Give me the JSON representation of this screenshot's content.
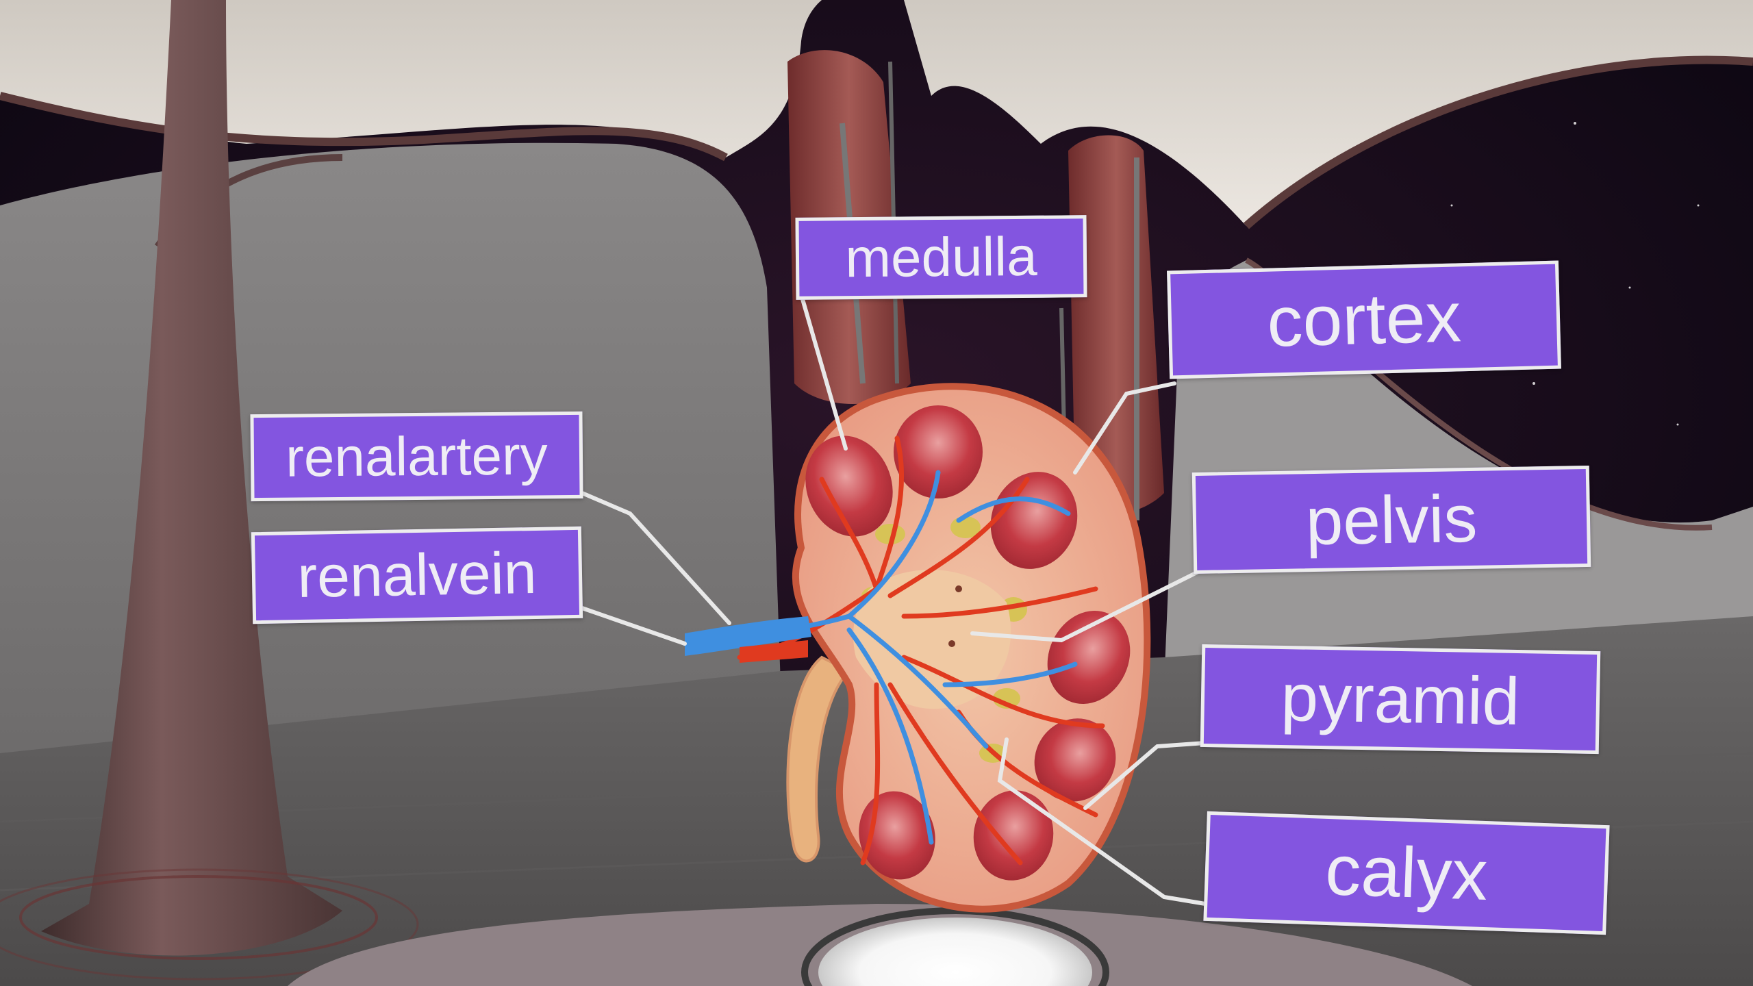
{
  "scene": {
    "model": "kidney",
    "colors": {
      "label_fill": "#8355e0",
      "label_border": "#ededed",
      "label_text": "#efedf5",
      "artery": "#e03a1f",
      "vein": "#3f8fe0",
      "medulla": "#c4303a",
      "pelvis": "#f0c9a3"
    }
  },
  "labels": {
    "medulla": "medulla",
    "cortex": "cortex",
    "renal_artery": "renalartery",
    "renal_vein": "renalvein",
    "pelvis": "pelvis",
    "pyramid": "pyramid",
    "calyx": "calyx"
  }
}
